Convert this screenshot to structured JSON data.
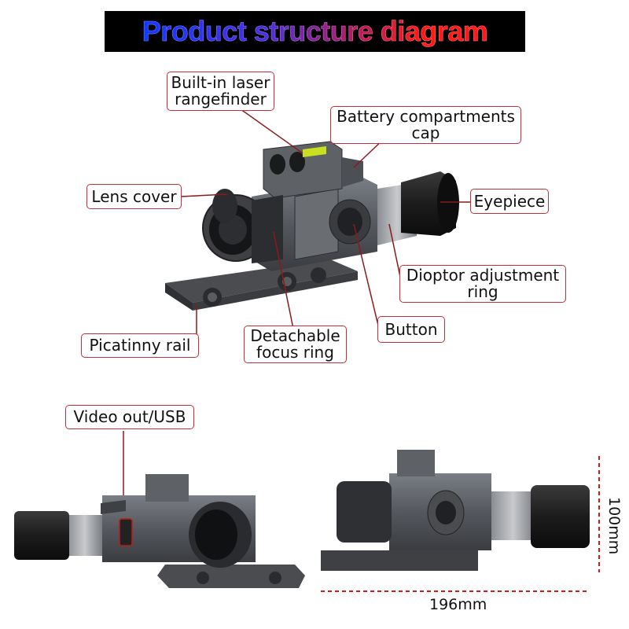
{
  "title": "Product structure diagram",
  "colors": {
    "label_border": "#c0303a",
    "leader_line": "#8b1a1a",
    "dimension_line": "#d11a1a",
    "scope_body": "#5a5d63"
  },
  "labels": {
    "rangefinder": [
      "Built-in laser",
      "rangefinder"
    ],
    "battery": [
      "Battery compartments",
      "cap"
    ],
    "lens_cover": [
      "Lens cover"
    ],
    "eyepiece": [
      "Eyepiece"
    ],
    "diopter": [
      "Dioptor adjustment",
      "ring"
    ],
    "button": [
      "Button"
    ],
    "focus_ring": [
      "Detachable",
      "focus ring"
    ],
    "picatinny": [
      "Picatinny rail"
    ],
    "video_out": [
      "Video out/USB"
    ]
  },
  "dimensions": {
    "length": "196mm",
    "height": "100mm"
  }
}
